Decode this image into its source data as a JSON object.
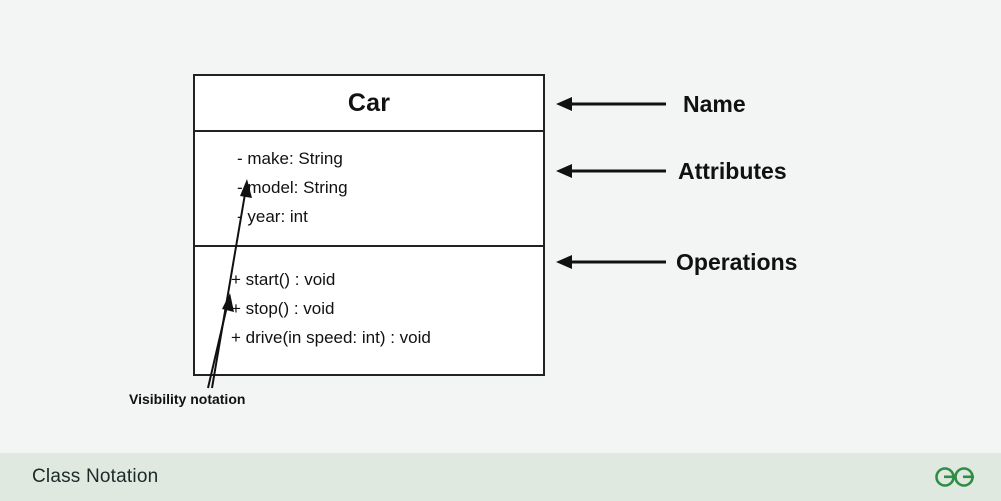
{
  "diagram": {
    "class_box": {
      "name": "Car",
      "attributes": [
        "- make: String",
        "- model: String",
        "- year: int"
      ],
      "operations": [
        "+ start() : void",
        "+ stop() : void",
        "+ drive(in speed: int) : void"
      ]
    },
    "callouts": [
      {
        "label": "Name"
      },
      {
        "label": "Attributes"
      },
      {
        "label": "Operations"
      }
    ],
    "annotation": "Visibility notation"
  },
  "footer": {
    "title": "Class Notation",
    "logo_alt": "geeksforgeeks-logo",
    "logo_color": "#2f8d46"
  },
  "colors": {
    "background": "#f2f5f4",
    "box_border": "#222222",
    "box_fill": "#ffffff",
    "text": "#111111",
    "footer_bg": "#dfe9e0"
  }
}
